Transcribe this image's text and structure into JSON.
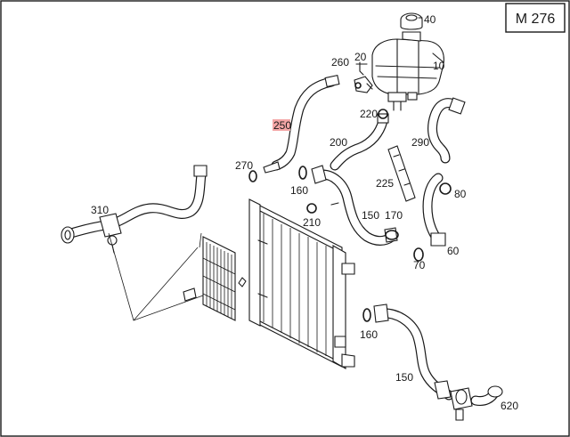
{
  "model_box": {
    "label": "M 276"
  },
  "labels": [
    {
      "id": "40",
      "text": "40"
    },
    {
      "id": "10",
      "text": "10"
    },
    {
      "id": "20",
      "text": "20"
    },
    {
      "id": "260",
      "text": "260"
    },
    {
      "id": "220",
      "text": "220"
    },
    {
      "id": "290",
      "text": "290"
    },
    {
      "id": "250",
      "text": "250",
      "highlighted": true
    },
    {
      "id": "200",
      "text": "200"
    },
    {
      "id": "270",
      "text": "270"
    },
    {
      "id": "160a",
      "text": "160"
    },
    {
      "id": "225",
      "text": "225"
    },
    {
      "id": "80",
      "text": "80"
    },
    {
      "id": "310",
      "text": "310"
    },
    {
      "id": "150a",
      "text": "150"
    },
    {
      "id": "170",
      "text": "170"
    },
    {
      "id": "210",
      "text": "210"
    },
    {
      "id": "60",
      "text": "60"
    },
    {
      "id": "70",
      "text": "70"
    },
    {
      "id": "160b",
      "text": "160"
    },
    {
      "id": "150b",
      "text": "150"
    },
    {
      "id": "620",
      "text": "620"
    }
  ],
  "colors": {
    "line": "#1a1a1a",
    "highlight": "#f4a6a6",
    "background": "#ffffff"
  }
}
